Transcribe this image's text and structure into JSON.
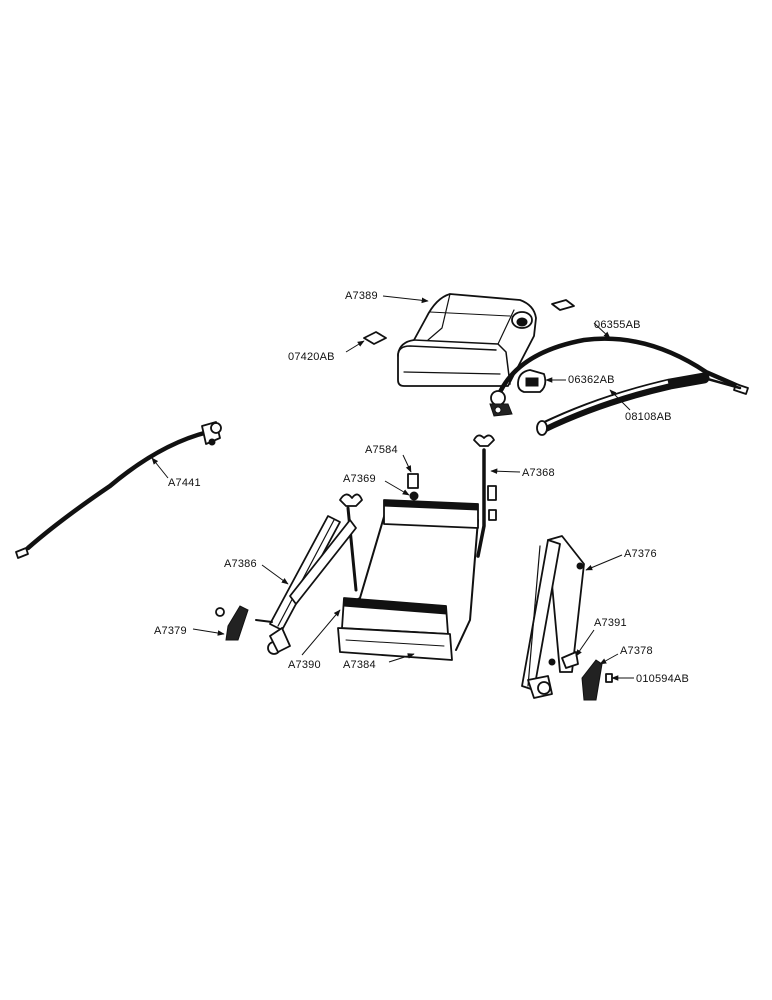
{
  "diagram": {
    "parts": {
      "a7389": "A7389",
      "p07420ab": "07420AB",
      "p06355ab": "06355AB",
      "p06362ab": "06362AB",
      "p08108ab": "08108AB",
      "a7441": "A7441",
      "a7584": "A7584",
      "a7369": "A7369",
      "a7368": "A7368",
      "a7386": "A7386",
      "a7376": "A7376",
      "a7379": "A7379",
      "a7391": "A7391",
      "a7378": "A7378",
      "a7390": "A7390",
      "a7384": "A7384",
      "p010594ab": "010594AB"
    }
  }
}
